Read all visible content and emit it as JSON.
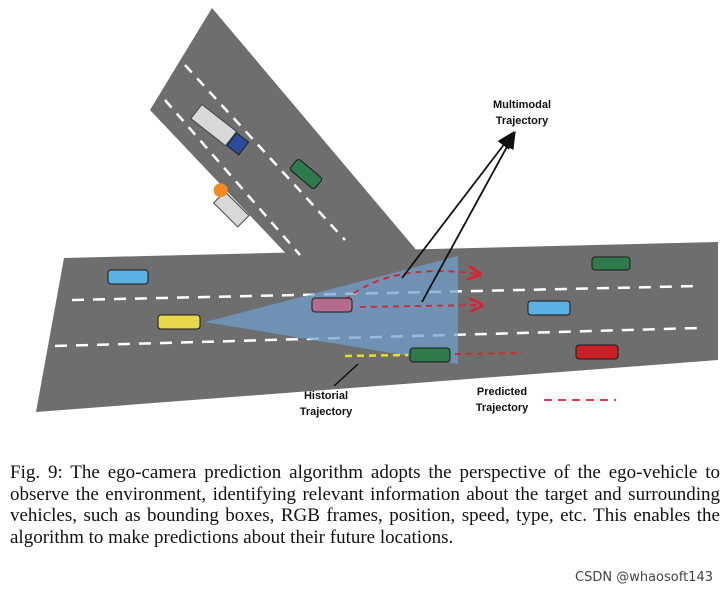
{
  "figure": {
    "labels": {
      "multimodal_line1": "Multimodal",
      "multimodal_line2": "Trajectory",
      "historial_line1": "Historial",
      "historial_line2": "Trajectory",
      "predicted_line1": "Predicted",
      "predicted_line2": "Trajectory"
    },
    "colors": {
      "road": "#6e6e6e",
      "lane_marking": "#ffffff",
      "view_cone": "#6f9fd0",
      "predicted_path": "#e0202a",
      "historical_path": "#e8e020",
      "ego_vehicle": "#e8d84a",
      "target_vehicle": "#b46a8c",
      "vehicle_blue": "#5ab0e0",
      "vehicle_green": "#2f7a4a",
      "vehicle_red": "#c81e28",
      "truck_orange": "#f08a20"
    },
    "icons": [
      "car-icon",
      "truck-icon",
      "arrow-icon"
    ]
  },
  "caption": {
    "text": "Fig. 9: The ego-camera prediction algorithm adopts the perspective of the ego-vehicle to observe the environment, identifying relevant information about the target and surrounding vehicles, such as bounding boxes, RGB frames, position, speed, type, etc. This enables the algorithm to make predictions about their future locations."
  },
  "watermark": "CSDN @whaosoft143"
}
